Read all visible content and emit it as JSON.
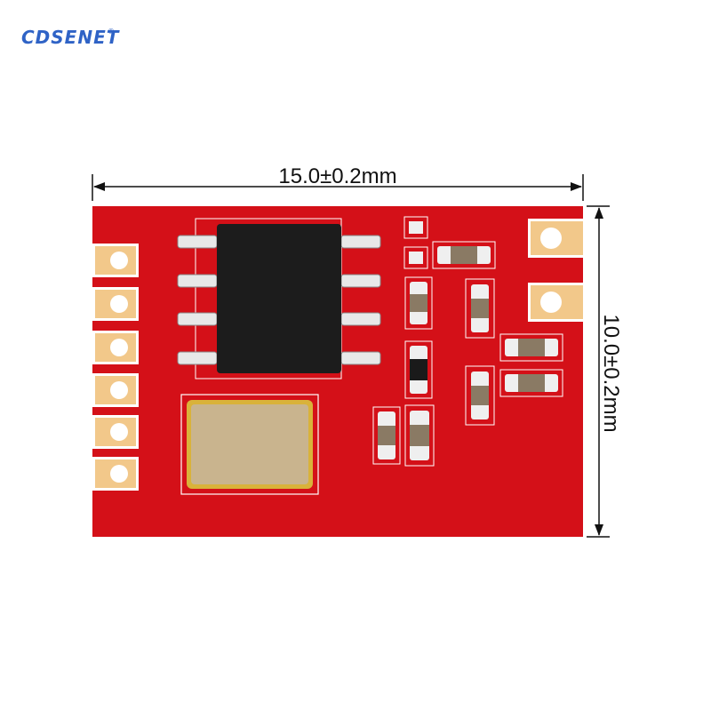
{
  "brand": {
    "name": "CDSENET",
    "mark": "®"
  },
  "dimensions": {
    "width_label": "15.0±0.2mm",
    "height_label": "10.0±0.2mm"
  },
  "colors": {
    "pcb": "#d41018",
    "pad": "#f2c88a",
    "chip": "#1c1c1c",
    "crystal": "#c9b48e",
    "silkscreen": "#ffffff",
    "dimension_line": "#111111"
  }
}
